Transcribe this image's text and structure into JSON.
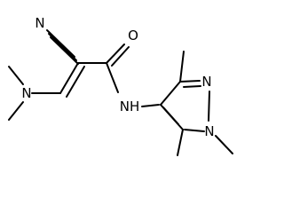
{
  "diagram": {
    "type": "chemical-structure",
    "atoms": {
      "n_nitrile": "N",
      "o_carbonyl": "O",
      "n_dimethylamino": "N",
      "nh_amide": "NH",
      "n_pyrazole_2": "N",
      "n_pyrazole_1": "N"
    },
    "colors": {
      "bond": "#000000",
      "text": "#000000",
      "background": "#ffffff"
    }
  }
}
